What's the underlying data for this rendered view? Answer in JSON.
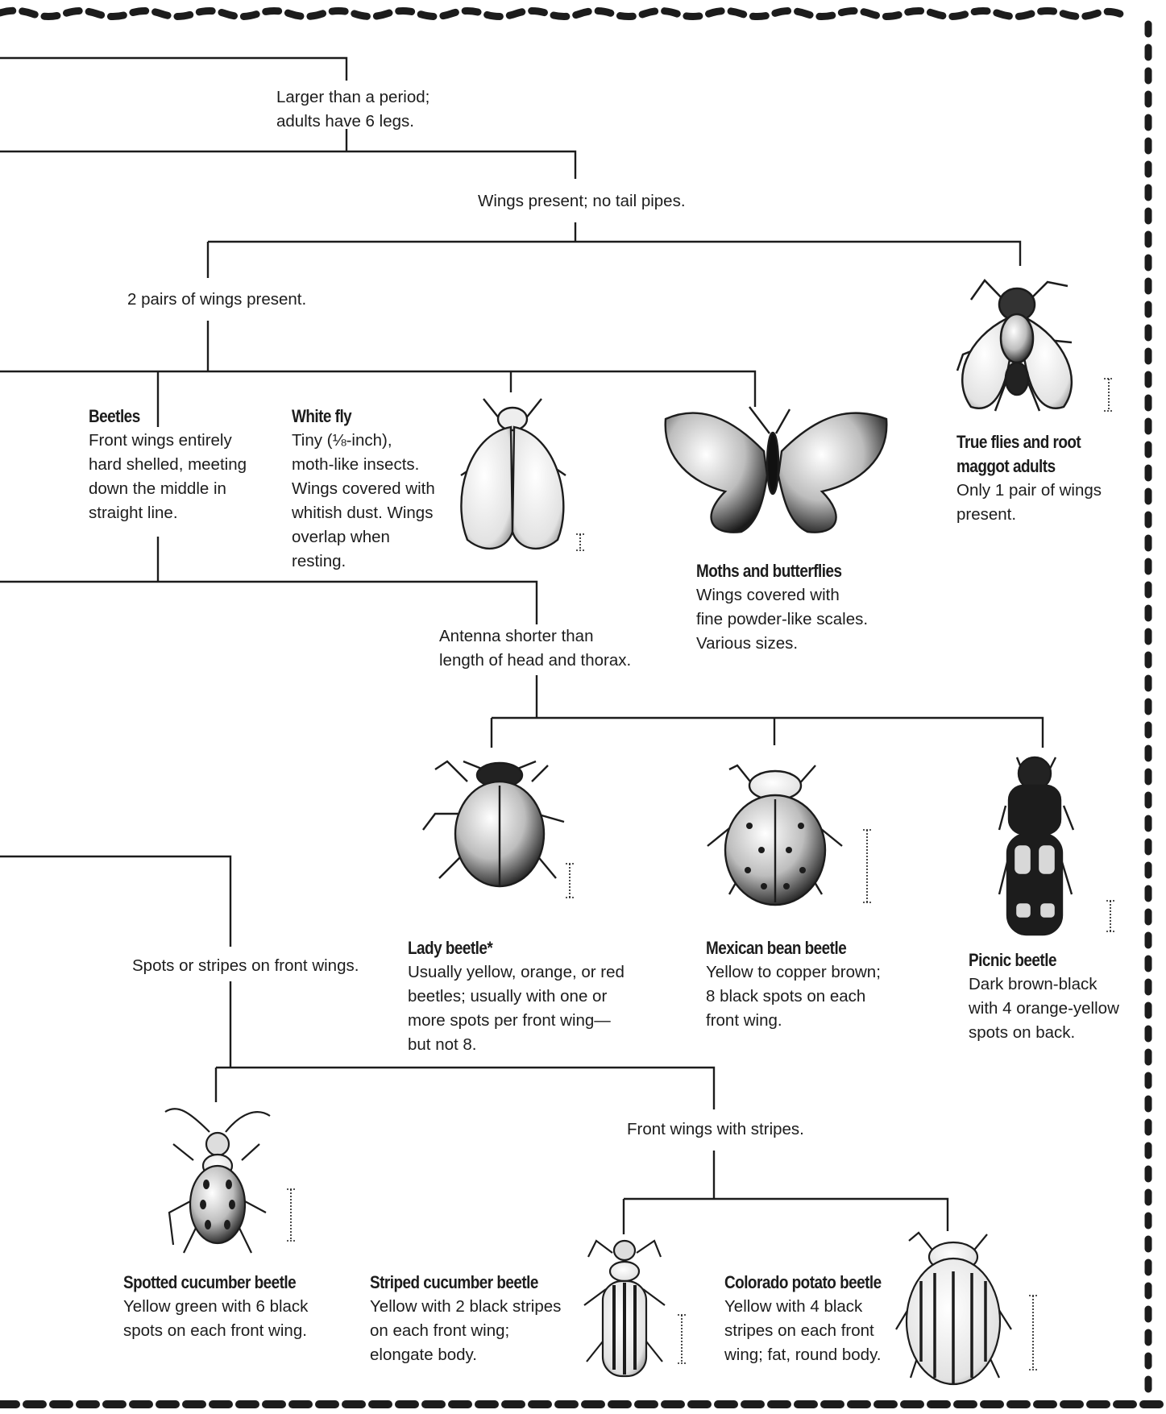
{
  "nodes": {
    "larger_than_period": [
      "Larger than a period;",
      "adults have 6 legs."
    ],
    "wings_present": [
      "Wings present; no tail pipes."
    ],
    "two_pairs_wings": [
      "2 pairs of wings present."
    ],
    "antenna_shorter": [
      "Antenna shorter than",
      "length of head and thorax."
    ],
    "spots_or_stripes": [
      "Spots or stripes on front wings."
    ],
    "front_wings_stripes": [
      "Front wings with stripes."
    ]
  },
  "insects": {
    "beetles": {
      "name": "Beetles",
      "desc": [
        "Front wings entirely",
        "hard shelled, meeting",
        "down the middle in",
        "straight line."
      ]
    },
    "white_fly": {
      "name": "White fly",
      "desc": [
        "Tiny (⅛-inch),",
        "moth-like insects.",
        "Wings covered with",
        "whitish dust. Wings",
        "overlap when",
        "resting."
      ]
    },
    "moths": {
      "name": "Moths and butterflies",
      "desc": [
        "Wings covered with",
        "fine powder-like scales.",
        "Various sizes."
      ]
    },
    "true_flies": {
      "name_lines": [
        "True flies and root",
        "maggot adults"
      ],
      "desc": [
        "Only 1 pair of wings",
        "present."
      ]
    },
    "lady_beetle": {
      "name": "Lady beetle*",
      "desc": [
        "Usually yellow, orange, or red",
        "beetles; usually with one or",
        "more spots per front wing—",
        "but not 8."
      ]
    },
    "mexican_bean": {
      "name": "Mexican bean beetle",
      "desc": [
        "Yellow to copper brown;",
        "8 black spots on each",
        "front wing."
      ]
    },
    "picnic": {
      "name": "Picnic beetle",
      "desc": [
        "Dark brown-black",
        "with 4 orange-yellow",
        "spots on back."
      ]
    },
    "spotted_cucumber": {
      "name": "Spotted cucumber beetle",
      "desc": [
        "Yellow green with 6 black",
        "spots on each front wing."
      ]
    },
    "striped_cucumber": {
      "name": "Striped cucumber beetle",
      "desc": [
        "Yellow with 2 black stripes",
        "on each front wing;",
        "elongate body."
      ]
    },
    "colorado_potato": {
      "name": "Colorado potato beetle",
      "desc": [
        "Yellow with 4 black",
        "stripes on each front",
        "wing; fat, round body."
      ]
    }
  },
  "illustrations": [
    "fly-icon",
    "white-fly-icon",
    "butterfly-icon",
    "lady-beetle-icon",
    "mexican-bean-beetle-icon",
    "picnic-beetle-icon",
    "spotted-cucumber-beetle-icon",
    "striped-cucumber-beetle-icon",
    "colorado-potato-beetle-icon"
  ],
  "colors": {
    "ink": "#1c1c1c",
    "background": "#ffffff"
  }
}
